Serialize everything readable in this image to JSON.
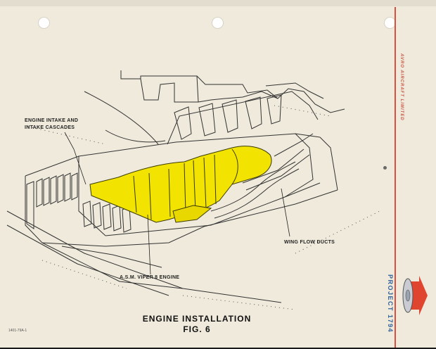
{
  "labels": {
    "intake_line1": "ENGINE INTAKE AND",
    "intake_line2": "INTAKE CASCADES",
    "wing_flow": "WING FLOW DUCTS",
    "engine": "A.S.M. VIPER 8 ENGINE"
  },
  "title": {
    "line1": "ENGINE INSTALLATION",
    "line2": "FIG. 6"
  },
  "margin": {
    "company": "AVRO AIRCRAFT LIMITED",
    "project": "PROJECT 1794"
  },
  "ref_number": "1401-79A-1",
  "colors": {
    "paper": "#efeadb",
    "engine_yellow": "#f2e400",
    "red_rule": "#d9503f",
    "project_blue": "#2f5f9a"
  },
  "icons": {
    "logo": "red-arrow-flying-saucer-logo"
  }
}
